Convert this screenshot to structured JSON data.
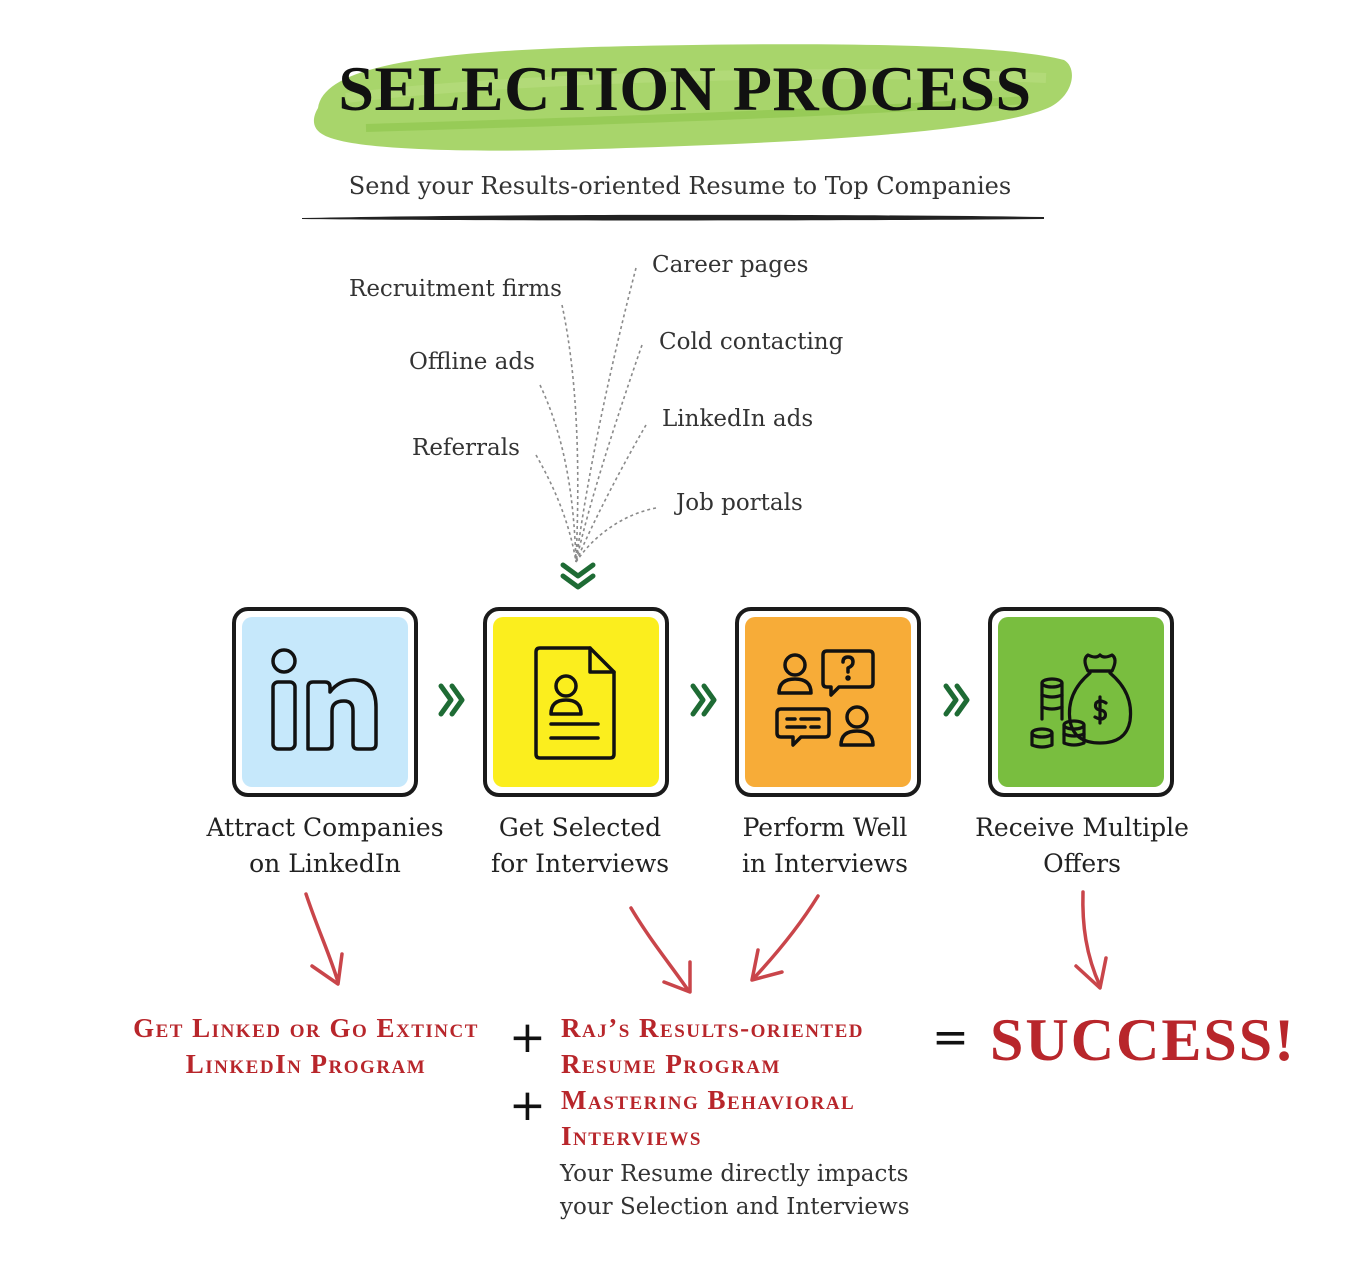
{
  "title": "SELECTION PROCESS",
  "subtitle": "Send your Results-oriented Resume to Top Companies",
  "channels": {
    "left": [
      "Recruitment firms",
      "Offline ads",
      "Referrals"
    ],
    "right": [
      "Career pages",
      "Cold contacting",
      "LinkedIn ads",
      "Job portals"
    ]
  },
  "steps": [
    {
      "line1": "Attract Companies",
      "line2": "on LinkedIn",
      "color": "#c6e8fb",
      "icon": "linkedin-icon"
    },
    {
      "line1": "Get Selected",
      "line2": "for Interviews",
      "color": "#fbee1e",
      "icon": "resume-document-icon"
    },
    {
      "line1": "Perform Well",
      "line2": "in Interviews",
      "color": "#f7ac38",
      "icon": "interview-chat-icon"
    },
    {
      "line1": "Receive Multiple",
      "line2": "Offers",
      "color": "#79be3f",
      "icon": "money-bag-icon"
    }
  ],
  "programs": {
    "linkedin": {
      "line1": "Get Linked or Go Extinct",
      "line2": "LinkedIn Program"
    },
    "resume": {
      "line1": "Raj’s Results-oriented",
      "line2": "Resume Program"
    },
    "interviews": {
      "line1": "Mastering Behavioral",
      "line2": "Interviews"
    }
  },
  "operators": {
    "plus": "+",
    "equals": "="
  },
  "success": "SUCCESS!",
  "note": {
    "line1": "Your Resume directly impacts",
    "line2": "your Selection and Interviews"
  },
  "colors": {
    "accent_red": "#b8262b",
    "chevron_green": "#1e6b34",
    "brush_green": "#9fd05b"
  }
}
